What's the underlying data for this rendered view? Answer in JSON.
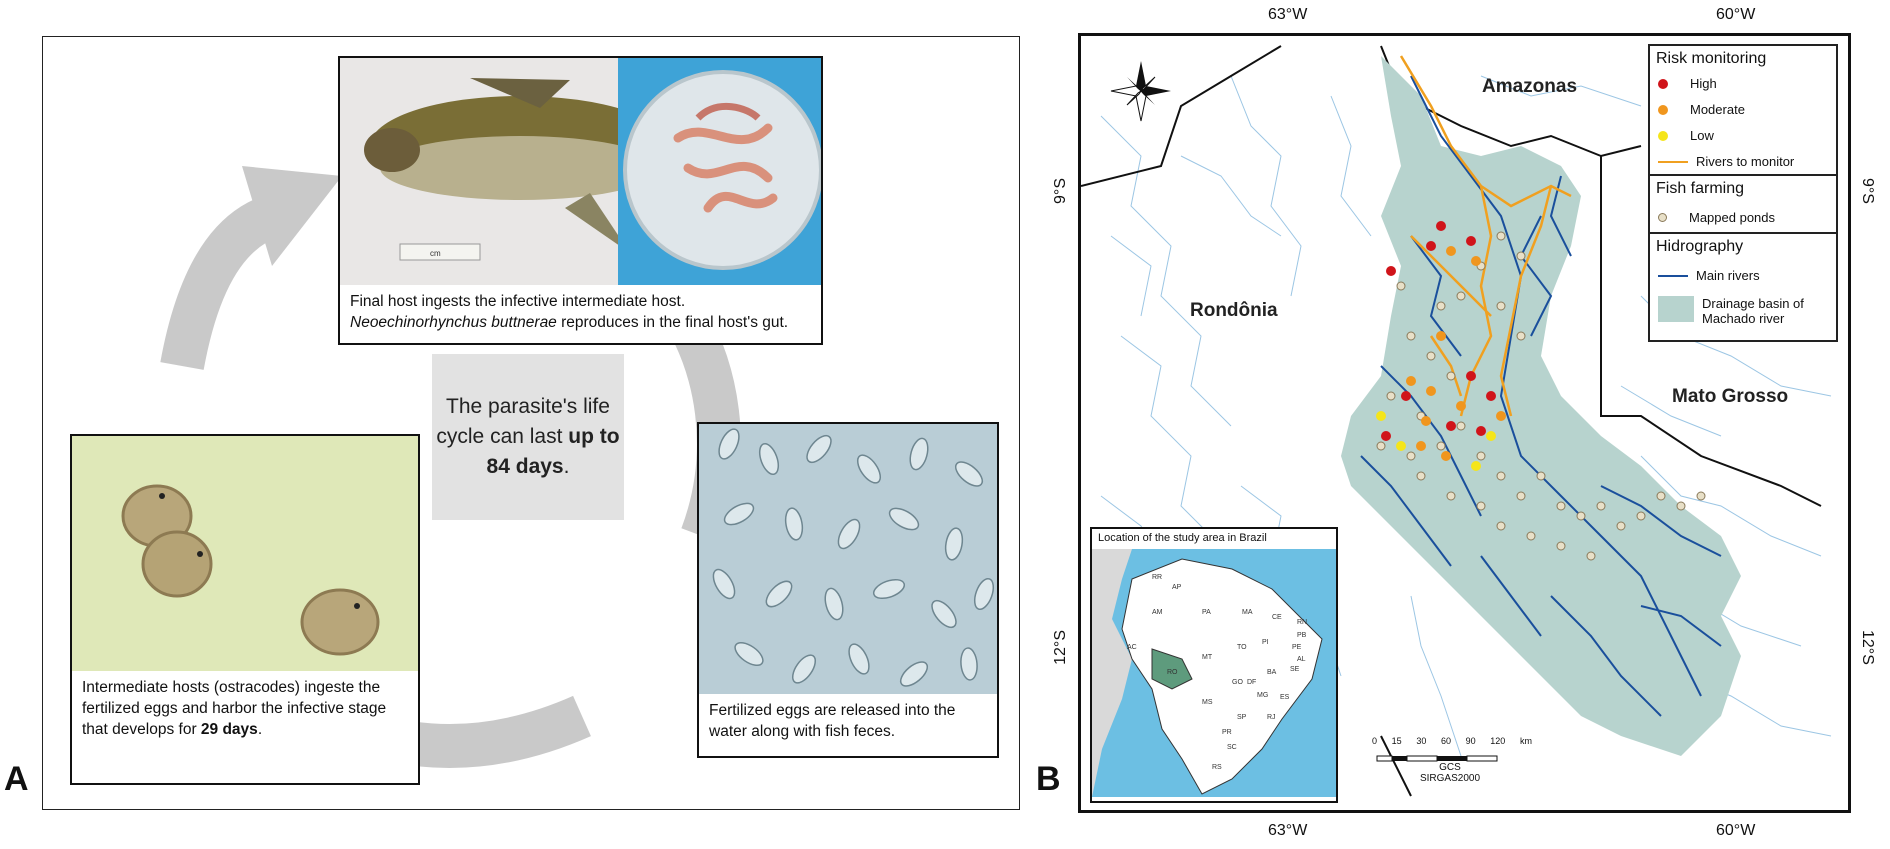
{
  "panel_a": {
    "letter": "A",
    "top_caption_pre": "Final host ingests the infective intermediate host. ",
    "top_caption_italic": "Neoechinorhynchus buttnerae",
    "top_caption_post": " reproduces in the final host's gut.",
    "left_caption_pre": "Intermediate hosts (ostracodes) ingeste the fertilized eggs and harbor the infective stage that develops for ",
    "left_caption_bold": "29 days",
    "left_caption_post": ".",
    "right_caption": "Fertilized eggs are released into the water along with fish feces.",
    "center_pre": "The parasite's life cycle can last ",
    "center_bold": "up to 84 days",
    "center_post": ".",
    "ruler_text": "cm"
  },
  "panel_b": {
    "letter": "B",
    "coords": {
      "top_left": "63°W",
      "top_right": "60°W",
      "bottom_left": "63°W",
      "bottom_right": "60°W",
      "left_top": "9°S",
      "left_bottom": "12°S",
      "right_top": "9°S",
      "right_bottom": "12°S"
    },
    "regions": {
      "amazonas": "Amazonas",
      "rondonia": "Rondônia",
      "mato_grosso": "Mato Grosso"
    },
    "legend": {
      "risk_title": "Risk monitoring",
      "high": "High",
      "moderate": "Moderate",
      "low": "Low",
      "rivers": "Rivers to monitor",
      "fish_title": "Fish farming",
      "ponds": "Mapped ponds",
      "hydro_title": "Hidrography",
      "main_rivers": "Main rivers",
      "basin": "Drainage basin of Machado river"
    },
    "colors": {
      "high": "#d0141a",
      "moderate": "#f0961e",
      "low": "#f5e51a",
      "rivers_to_monitor": "#f0a020",
      "main_rivers": "#1a4f9c",
      "basin": "#b7d3ce",
      "thin_rivers": "#9cc6e4"
    },
    "inset": {
      "title": "Location of the study area in Brazil",
      "states": [
        "AP",
        "RR",
        "AM",
        "PA",
        "MA",
        "CE",
        "RN",
        "PB",
        "PE",
        "AL",
        "SE",
        "PI",
        "TO",
        "BA",
        "MT",
        "GO",
        "DF",
        "MG",
        "ES",
        "RJ",
        "SP",
        "MS",
        "PR",
        "SC",
        "RS",
        "AC",
        "RO"
      ]
    },
    "scalebar": {
      "ticks": [
        "0",
        "15",
        "30",
        "60",
        "90",
        "120"
      ],
      "unit": "km",
      "crs1": "GCS",
      "crs2": "SIRGAS2000"
    },
    "north": "N"
  }
}
